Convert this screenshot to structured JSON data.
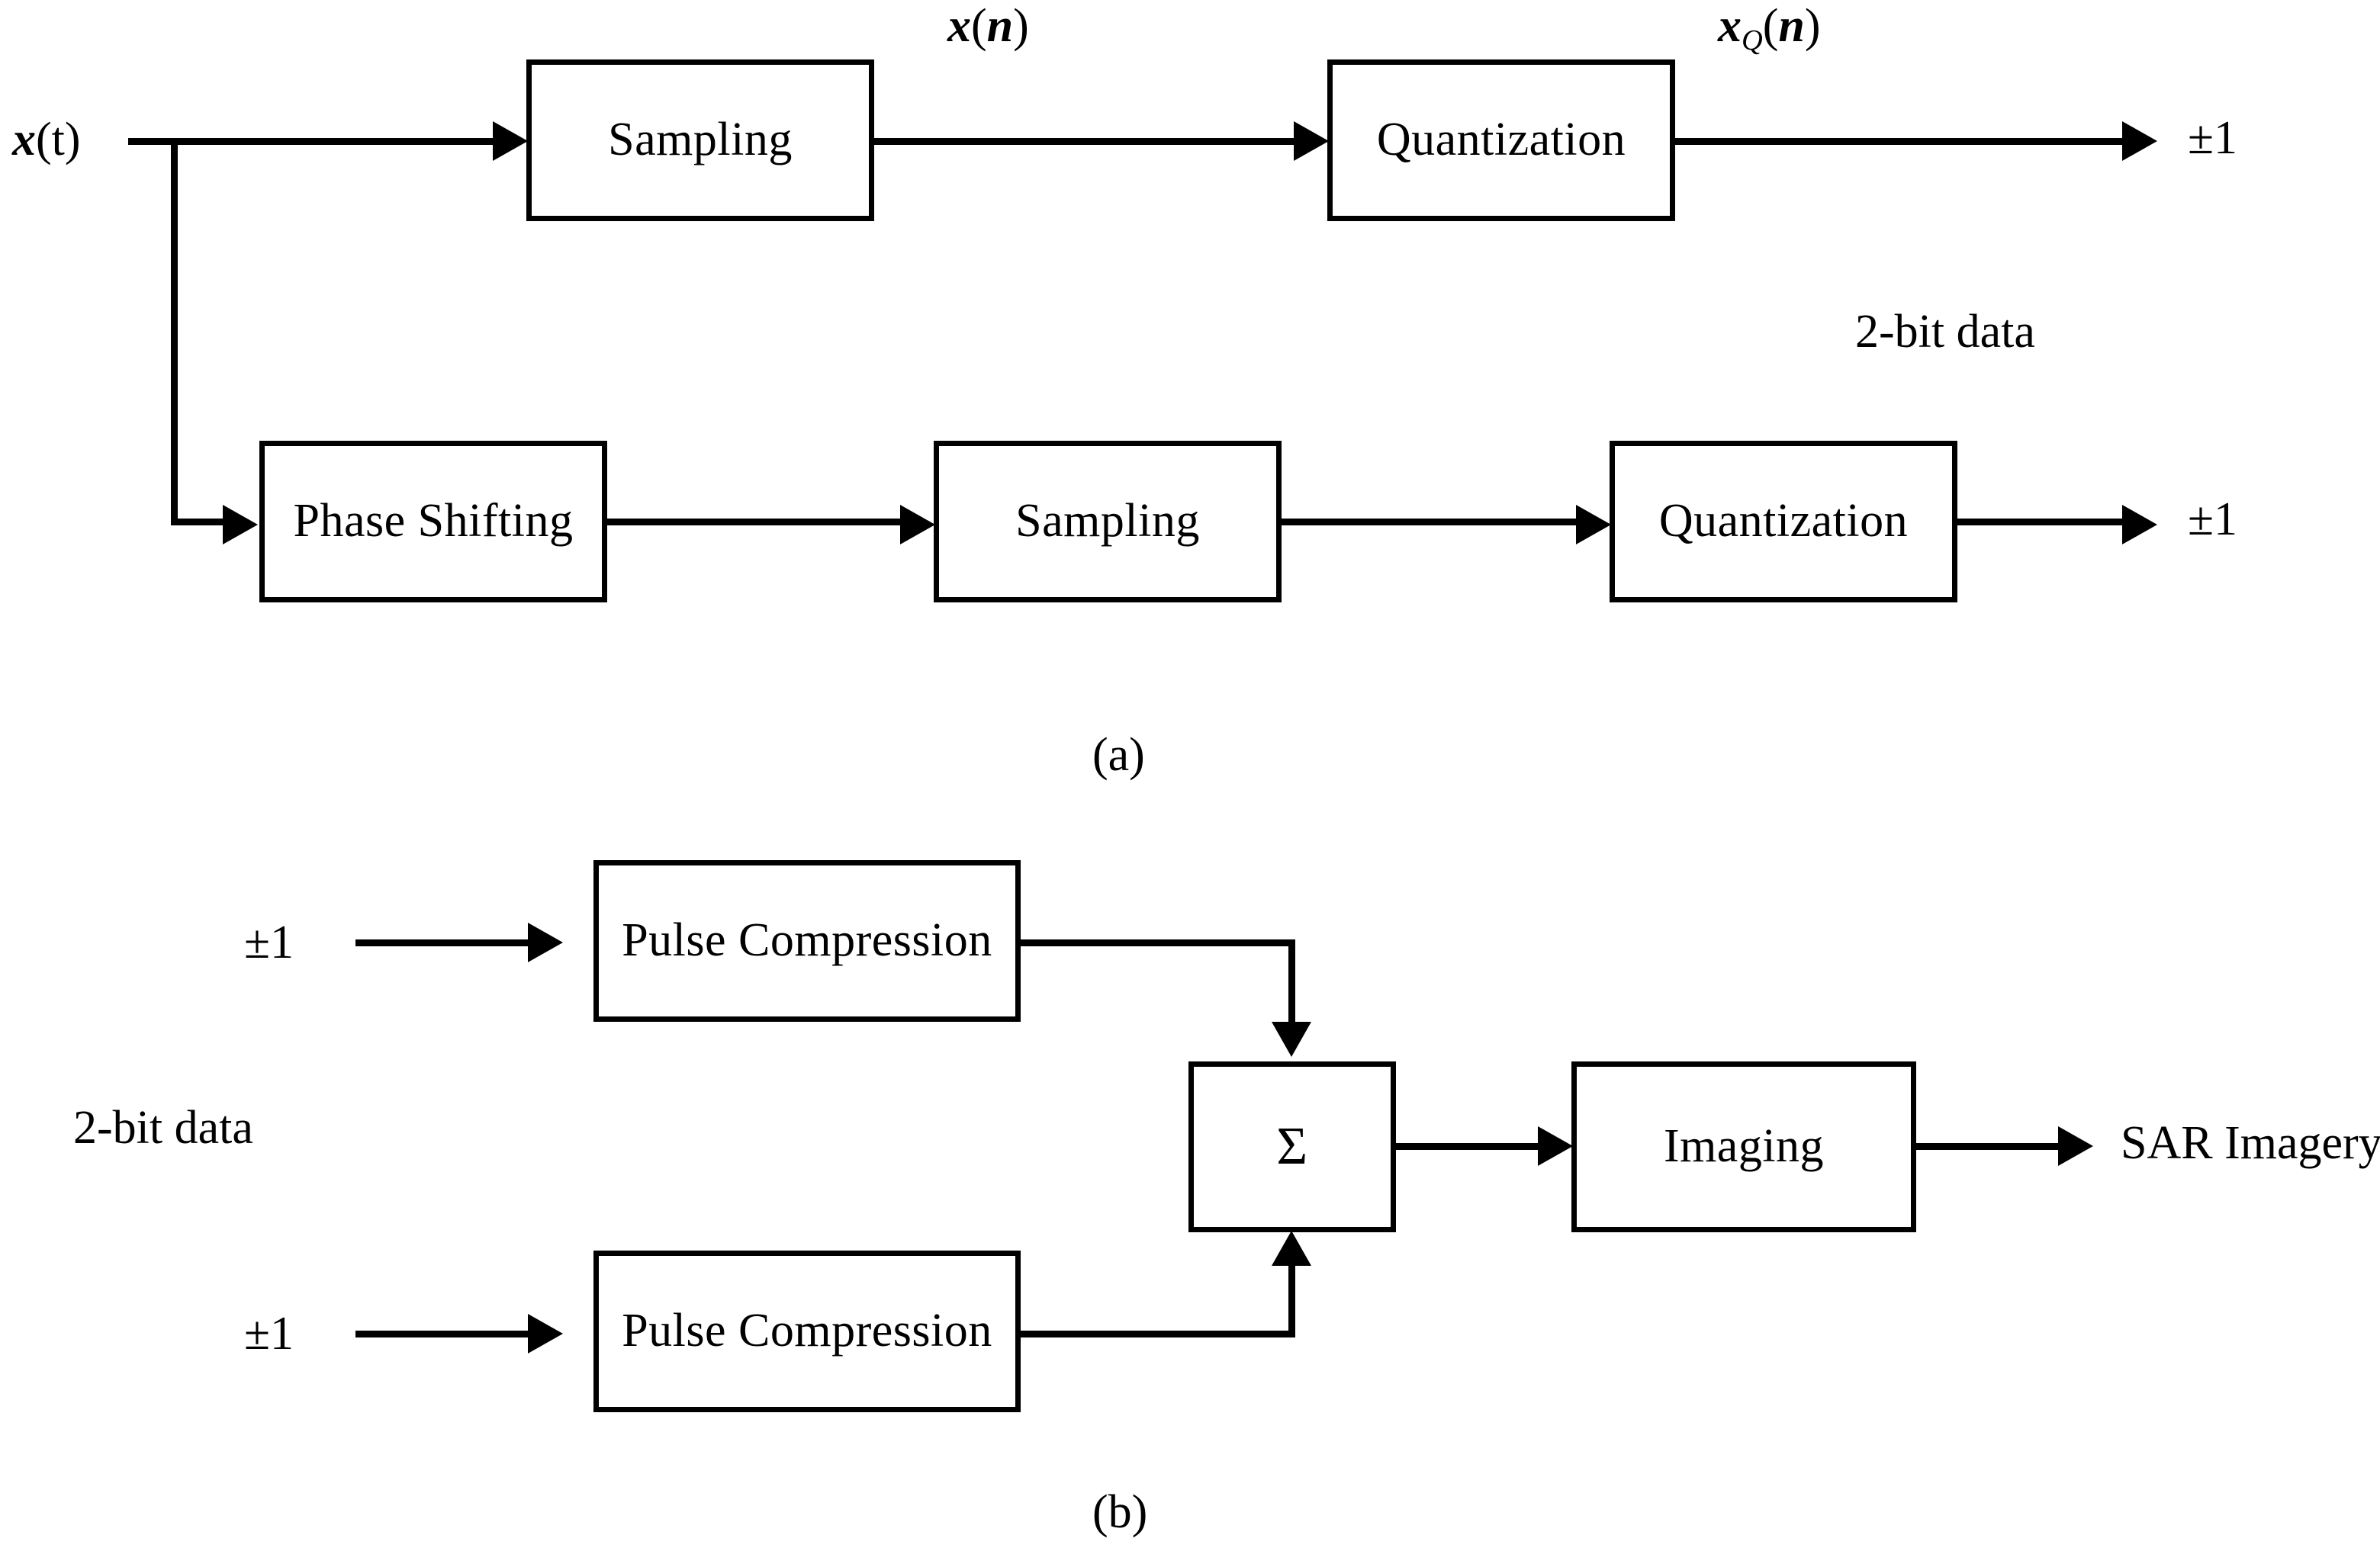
{
  "figure": {
    "panels": [
      {
        "id": "a",
        "caption": "(a)",
        "inputs": [
          {
            "name": "x(t)",
            "base": "x",
            "paren_open": "(",
            "var": "t",
            "paren_close": ")"
          }
        ],
        "signal_labels": [
          {
            "name": "x(n)",
            "base": "x",
            "sub": "",
            "paren_open": "(",
            "var": "n",
            "paren_close": ")"
          },
          {
            "name": "xQ(n)",
            "base": "x",
            "sub": "Q",
            "paren_open": "(",
            "var": "n",
            "paren_close": ")"
          }
        ],
        "branches": [
          {
            "name": "direct-channel",
            "blocks": [
              {
                "label": "Sampling"
              },
              {
                "label": "Quantization"
              }
            ],
            "output": "±1"
          },
          {
            "name": "phase-shifted-channel",
            "blocks": [
              {
                "label": "Phase Shifting"
              },
              {
                "label": "Sampling"
              },
              {
                "label": "Quantization"
              }
            ],
            "output": "±1"
          }
        ],
        "annotation": "2-bit data"
      },
      {
        "id": "b",
        "caption": "(b)",
        "annotation": "2-bit data",
        "inputs": [
          {
            "label": "±1"
          },
          {
            "label": "±1"
          }
        ],
        "blocks": [
          {
            "label": "Pulse Compression"
          },
          {
            "label": "Pulse Compression"
          },
          {
            "label": "Σ"
          },
          {
            "label": "Imaging"
          }
        ],
        "output": "SAR Imagery"
      }
    ]
  },
  "colors": {
    "stroke": "#000000",
    "background": "#ffffff"
  }
}
